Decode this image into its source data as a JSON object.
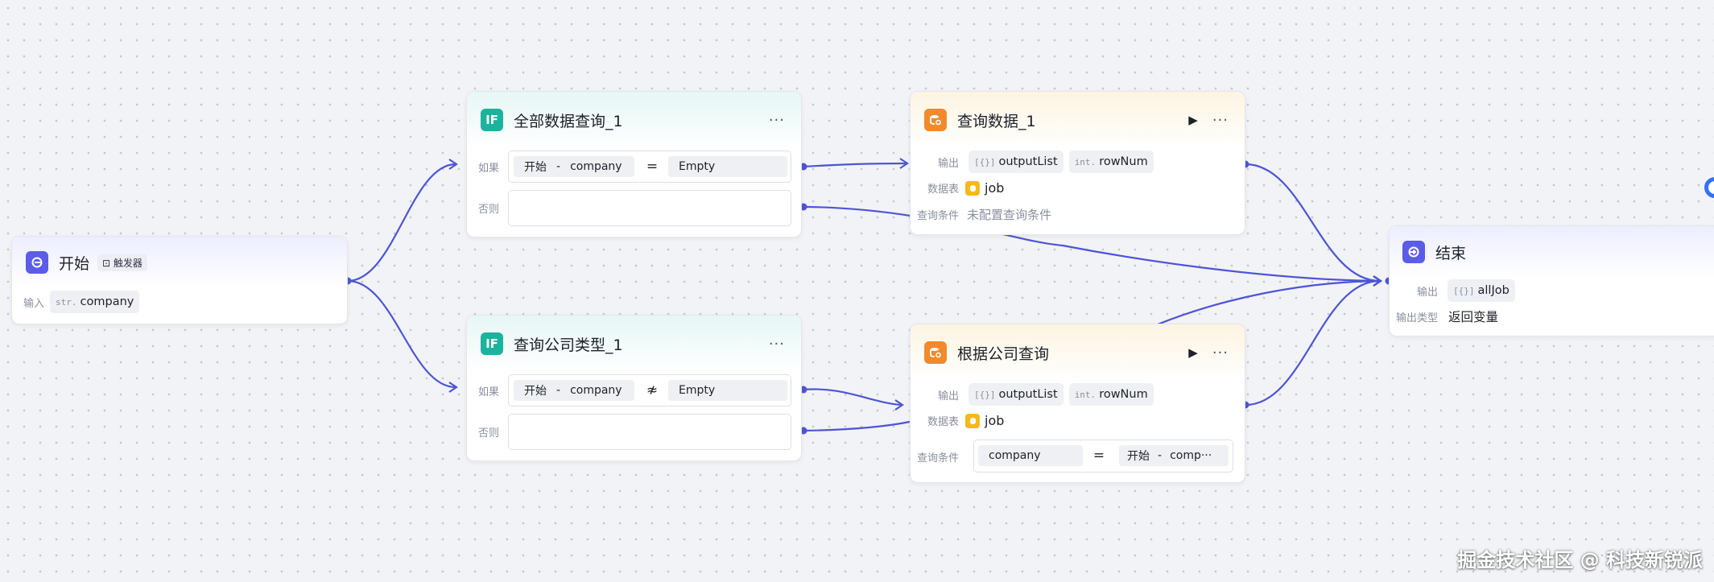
{
  "colors": {
    "edge": "#4d55d6",
    "if_badge": "#1bb39d",
    "query_badge": "#f08a2c",
    "start_badge": "#5b5ce8"
  },
  "start_node": {
    "icon": "start-icon",
    "title": "开始",
    "trigger_tag": "⊡ 触发器",
    "input_label": "输入",
    "input_type": "str.",
    "input_value": "company"
  },
  "if_node_1": {
    "icon": "if-icon",
    "badge": "IF",
    "title": "全部数据查询_1",
    "more": "···",
    "if_label": "如果",
    "else_label": "否则",
    "left_source": "开始",
    "left_sep": "-",
    "left_var": "company",
    "operator": "=",
    "right_value": "Empty"
  },
  "if_node_2": {
    "icon": "if-icon",
    "badge": "IF",
    "title": "查询公司类型_1",
    "more": "···",
    "if_label": "如果",
    "else_label": "否则",
    "left_source": "开始",
    "left_sep": "-",
    "left_var": "company",
    "operator": "≉",
    "right_value": "Empty"
  },
  "query_node_1": {
    "icon": "database-query-icon",
    "title": "查询数据_1",
    "play": "▶",
    "more": "···",
    "output_label": "输出",
    "outputs": [
      {
        "type": "[{}]",
        "name": "outputList"
      },
      {
        "type": "int.",
        "name": "rowNum"
      }
    ],
    "table_label": "数据表",
    "table_value": "job",
    "cond_label": "查询条件",
    "cond_value": "未配置查询条件"
  },
  "query_node_2": {
    "icon": "database-query-icon",
    "title": "根据公司查询",
    "play": "▶",
    "more": "···",
    "output_label": "输出",
    "outputs": [
      {
        "type": "[{}]",
        "name": "outputList"
      },
      {
        "type": "int.",
        "name": "rowNum"
      }
    ],
    "table_label": "数据表",
    "table_value": "job",
    "cond_label": "查询条件",
    "cond_field": "company",
    "cond_op": "=",
    "cond_source": "开始",
    "cond_sep": "-",
    "cond_var": "comp···"
  },
  "end_node": {
    "icon": "end-icon",
    "title": "结束",
    "output_label": "输出",
    "output_type": "[{}]",
    "output_value": "allJob",
    "return_label": "输出类型",
    "return_value": "返回变量"
  },
  "watermark": "掘金技术社区 @ 科技新锐派"
}
